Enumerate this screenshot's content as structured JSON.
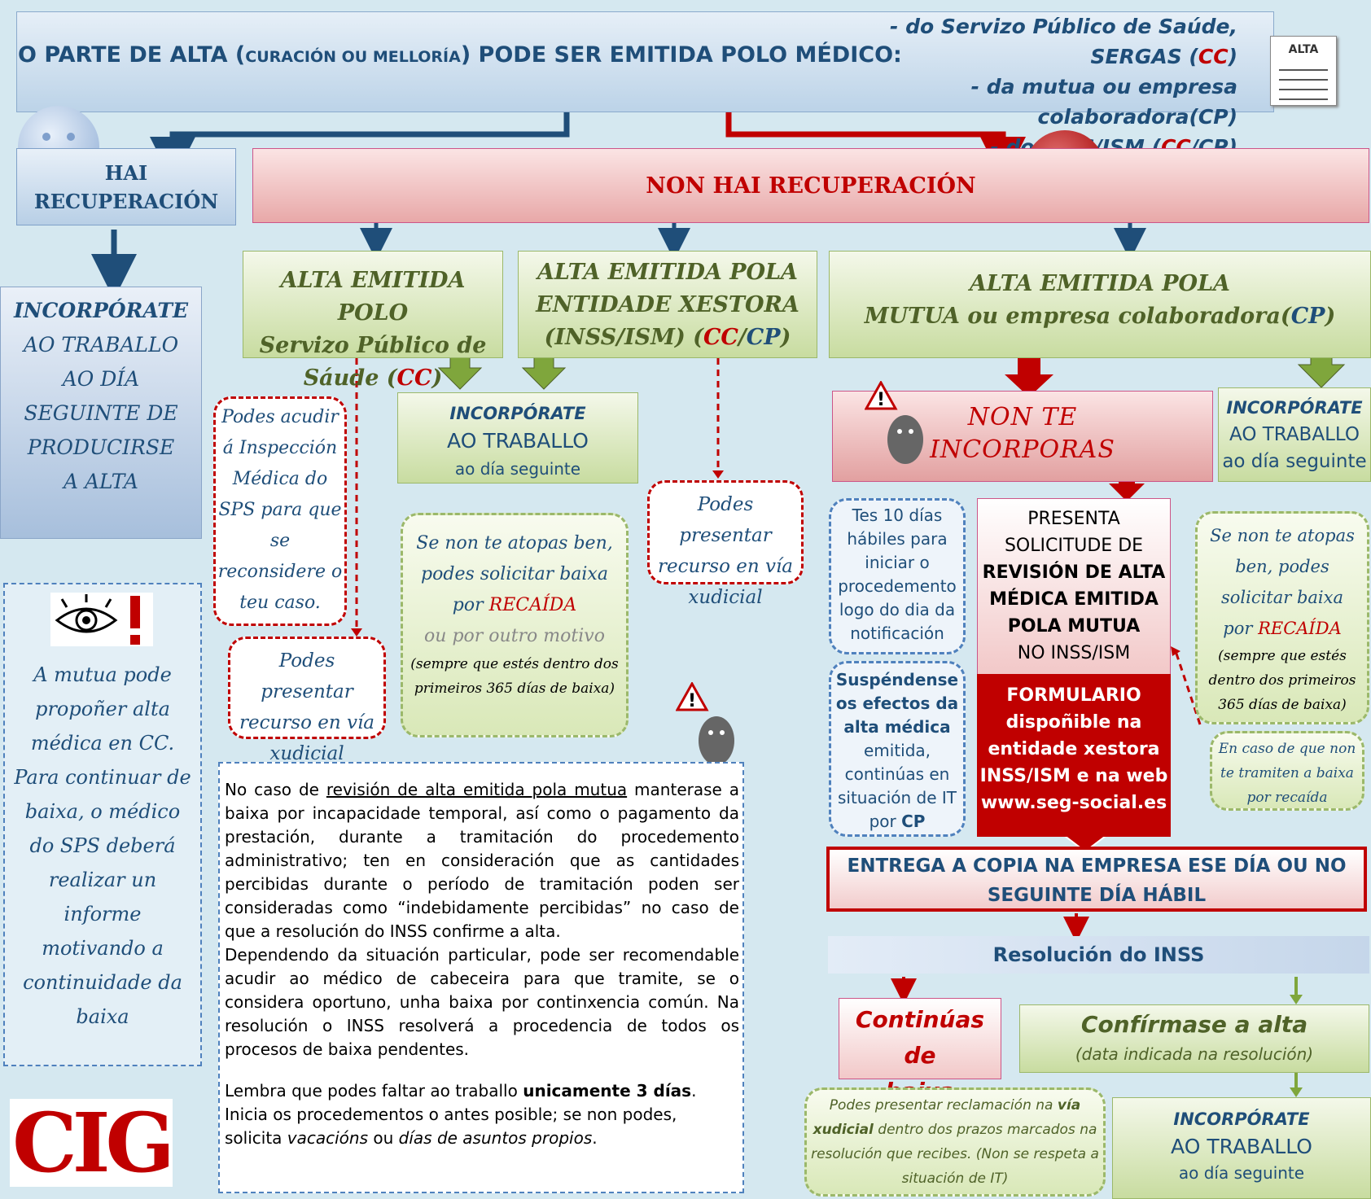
{
  "header": {
    "main_prefix": "O PARTE DE ALTA (",
    "main_small": "CURACIÓN OU MELLORÍA",
    "main_suffix": ") PODE SER EMITIDA POLO MÉDICO:",
    "issuer_1_text": "- do Servizo Público de Saúde, SERGAS (",
    "issuer_1_tag": "CC",
    "issuer_1_end": ")",
    "issuer_2": "- da mutua ou empresa colaboradora(CP)",
    "issuer_3_text": "- do INSS/ISM (",
    "issuer_3_tag_red": "CC",
    "issuer_3_tag_blue": "/CP)",
    "doc_label": "ALTA"
  },
  "hai_recuperacion": {
    "line1": "HAI",
    "line2": "RECUPERACIÓN"
  },
  "non_hai_recuperacion": "NON HAI RECUPERACIÓN",
  "incorporate_left": [
    "INCORPÓRATE",
    "AO TRABALLO",
    "AO DÍA",
    "SEGUINTE DE",
    "PRODUCIRSE",
    "A ALTA"
  ],
  "branches": {
    "sps": {
      "line1": "ALTA EMITIDA POLO",
      "line2": "Servizo Público de",
      "line3": "Sáude (",
      "tag": "CC",
      "end": ")"
    },
    "entidade": {
      "line1": "ALTA EMITIDA POLA",
      "line2": "ENTIDADE XESTORA",
      "line3": "(INSS/ISM) (",
      "tag_red": "CC",
      "sep": "/",
      "tag_blue": "CP",
      "end": ")"
    },
    "mutua": {
      "line1": "ALTA EMITIDA POLA",
      "line2": "MUTUA ou empresa colaboradora(",
      "tag": "CP",
      "end": ")"
    }
  },
  "incorporate_box": {
    "title": "INCORPÓRATE",
    "line2": "AO TRABALLO",
    "line3": "ao día seguinte"
  },
  "callouts": {
    "inspeccion": "Podes acudir á Inspección Médica do SPS para que se reconsidere o teu caso.",
    "recurso": "Podes presentar recurso en vía xudicial",
    "baixa_1": "Se non te atopas ben, podes solicitar baixa",
    "baixa_por": "por ",
    "recaida": "RECAÍDA",
    "outro_motivo": "ou por outro motivo",
    "sempre": "(sempre que estés dentro dos primeiros 365 días de baixa)",
    "tramiten": "En caso de que non te tramiten a baixa por recaída",
    "dias10": "Tes 10 días hábiles para iniciar o procedemento logo do dia da notificación",
    "susp_bold": "Suspéndense os efectos da alta médica",
    "susp_rest": "emitida, continúas en situación de IT por ",
    "susp_cp": "CP",
    "xudicial_a": "Podes presentar reclamación na ",
    "xudicial_b": "vía xudicial",
    "xudicial_c": " dentro dos prazos marcados na resolución que recibes. (Non se respeta a situación de IT)"
  },
  "non_incorporas": {
    "line1": "NON TE",
    "line2": "INCORPORAS"
  },
  "presenta": {
    "line1": "PRESENTA",
    "line2": "SOLICITUDE DE",
    "line3": "REVISIÓN DE ALTA",
    "line4": "MÉDICA EMITIDA",
    "line5": "POLA MUTUA",
    "line6": "NO INSS/ISM"
  },
  "formulario": {
    "line1": "FORMULARIO",
    "line2": "dispoñible na",
    "line3": "entidade xestora",
    "line4": "INSS/ISM e na web",
    "line5": "www.seg-social.es"
  },
  "entrega": {
    "line1": "ENTREGA A COPIA NA EMPRESA ESE DÍA OU NO",
    "line2": "SEGUINTE DÍA HÁBIL"
  },
  "resolucion": "Resolución do INSS",
  "continuas": {
    "line1": "Continúas de",
    "line2": "baixa"
  },
  "confirmase": {
    "title": "Confírmase a alta",
    "sub": "(data indicada na  resolución)"
  },
  "mutua_note": "A mutua pode propoñer alta médica en CC. Para continuar de baixa, o médico do SPS deberá realizar un informe motivando a continuidade da baixa",
  "note": {
    "p1_a": "No caso de ",
    "p1_u": "revisión de alta emitida pola mutua",
    "p1_b": " manterase a baixa por incapacidade temporal, así como o pagamento da prestación, durante a tramitación do procedemento administrativo; ten en consideración que as cantidades percibidas durante o período de tramitación poden ser consideradas como “indebidamente percibidas” no caso de que a resolución do INSS confirme a alta.",
    "p2": "Dependendo da situación particular, pode ser recomendable acudir ao médico de cabeceira para que tramite, se o considera oportuno, unha baixa por continxencia común. Na resolución o INSS resolverá a procedencia de todos os procesos de baixa pendentes.",
    "p3_a": "Lembra que podes faltar ao traballo ",
    "p3_b": "unicamente 3 días",
    "p3_c": ". Inicia os procedementos o antes posible; se non podes, solicita ",
    "p3_d": "vacacións",
    "p3_e": " ou ",
    "p3_f": "días de asuntos propios",
    "p3_g": "."
  },
  "logo": "CIG",
  "colors": {
    "blue": "#1f4e79",
    "red": "#c00000",
    "green": "#4f6228",
    "background": "#d5e8f0"
  }
}
